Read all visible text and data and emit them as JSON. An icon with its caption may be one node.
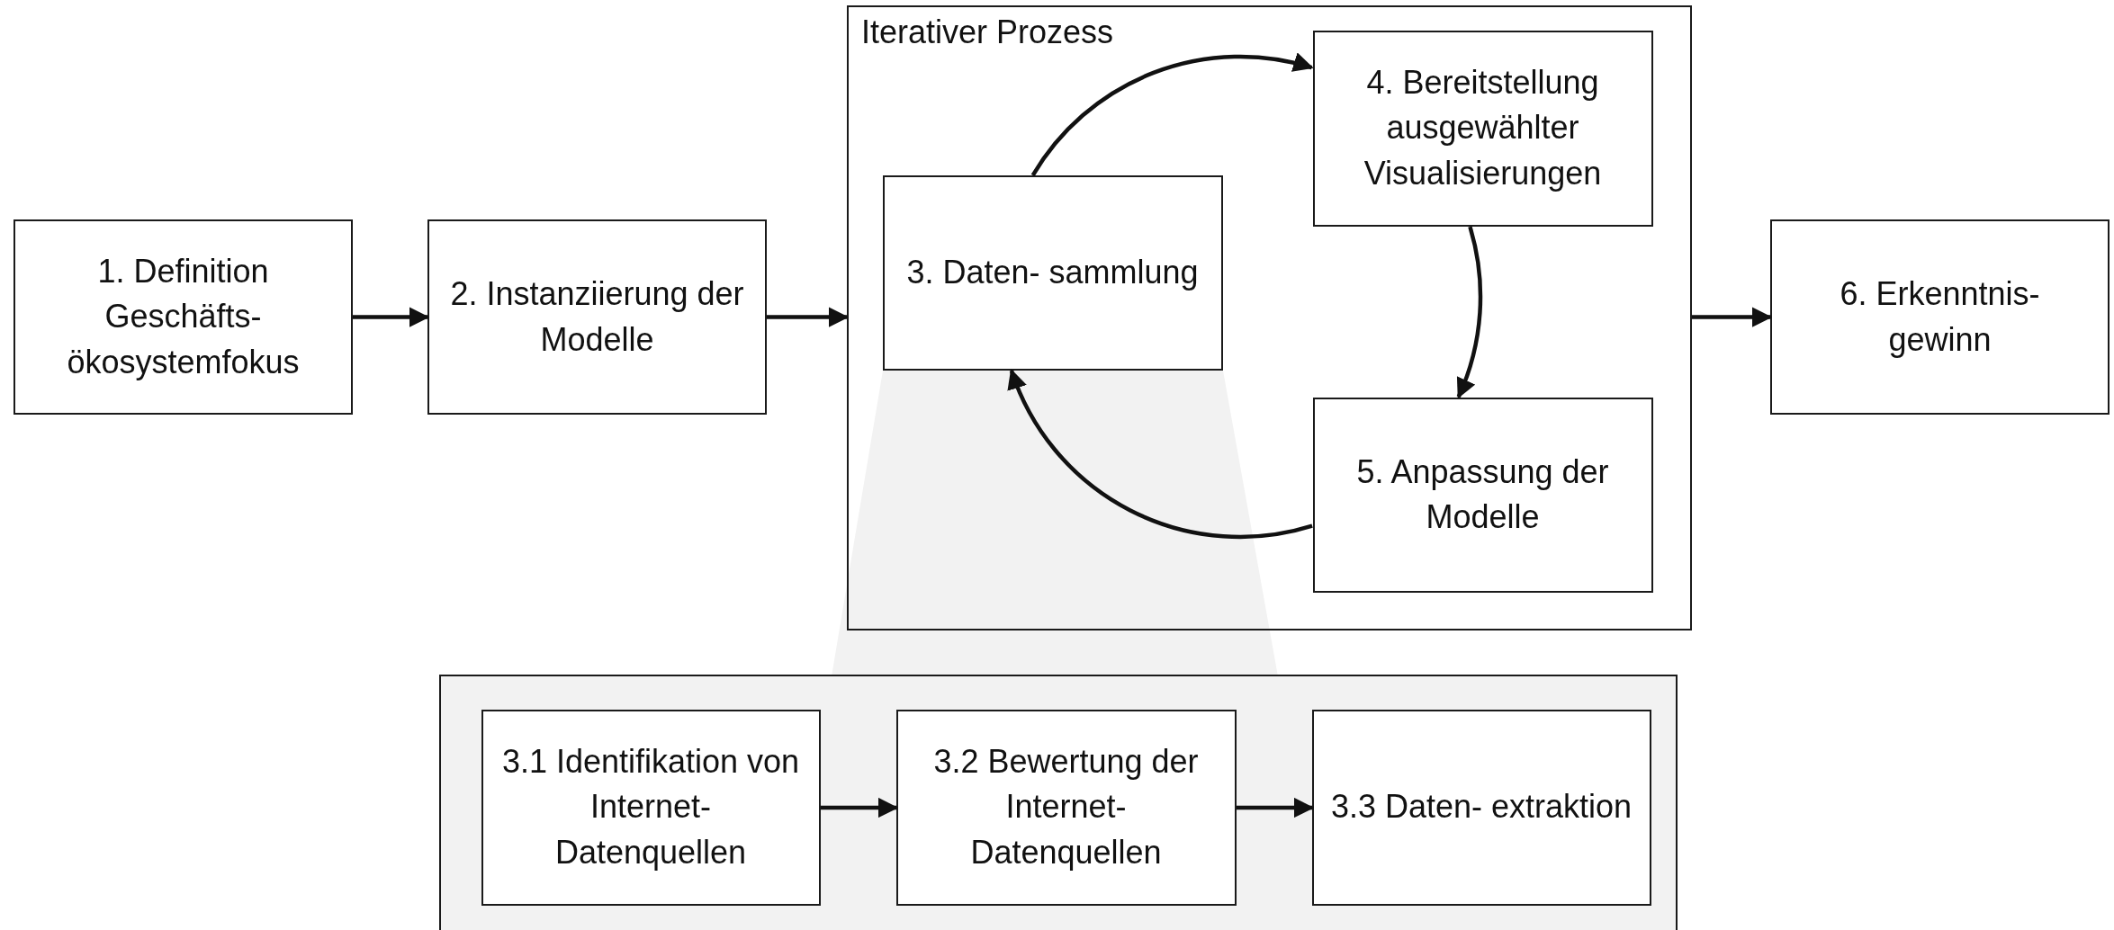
{
  "diagram": {
    "nodes": [
      {
        "text": [
          "1. Definition Geschäfts- ökosystemfokus"
        ]
      },
      {
        "text": [
          "2. Instanziierung der Modelle"
        ]
      },
      {
        "text": [
          "Iterativer Prozess"
        ]
      },
      {
        "text": [
          "3. Daten- sammlung"
        ],
        "in": 2
      },
      {
        "text": [
          "4. Bereitstellung ausgewählter Visualisierungen"
        ],
        "in": 2
      },
      {
        "text": [
          "5. Anpassung der Modelle"
        ],
        "in": 2
      },
      {
        "text": [
          "6. Erkenntnis- gewinn"
        ]
      },
      {
        "text": [],
        "shape": "box"
      },
      {
        "text": [
          "3.1 Identifikation von Internet- Datenquellen"
        ],
        "in": 7
      },
      {
        "text": [
          "3.2 Bewertung der Internet- Datenquellen"
        ],
        "in": 7
      },
      {
        "text": [
          "3.3 Daten- extraktion"
        ],
        "in": 7
      }
    ],
    "edges": [
      {
        "from": 0,
        "to": 1,
        "arrow": "to"
      },
      {
        "from": 1,
        "to": 2,
        "arrow": "to"
      },
      {
        "from": 2,
        "to": 6,
        "arrow": "to"
      },
      {
        "from": 3,
        "to": 4,
        "arrow": "to"
      },
      {
        "from": 4,
        "to": 5,
        "arrow": "to"
      },
      {
        "from": 5,
        "to": 3,
        "arrow": "to"
      },
      {
        "from": 8,
        "to": 9,
        "arrow": "to"
      },
      {
        "from": 9,
        "to": 10,
        "arrow": "to"
      }
    ]
  }
}
